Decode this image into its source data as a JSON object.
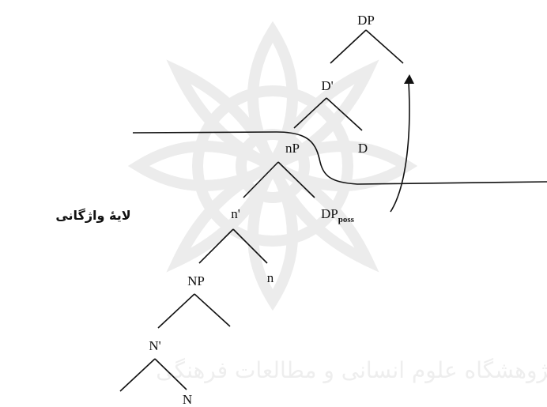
{
  "tree": {
    "labels": {
      "dp": "DP",
      "d_bar": "D'",
      "np_small": "nP",
      "d": "D",
      "n_bar_small": "n'",
      "dp_poss_main": "DP",
      "dp_poss_sub": "poss",
      "n_small": "n",
      "np_big": "NP",
      "n_bar_big": "N'",
      "n_big": "N"
    }
  },
  "side_label": "لایۀ واژگانی",
  "watermark": {
    "text": "پژوهشگاه علوم انسانی و مطالعات فرهنگی",
    "color": "#eeeeee"
  },
  "colors": {
    "ink": "#111111",
    "background": "#ffffff"
  }
}
